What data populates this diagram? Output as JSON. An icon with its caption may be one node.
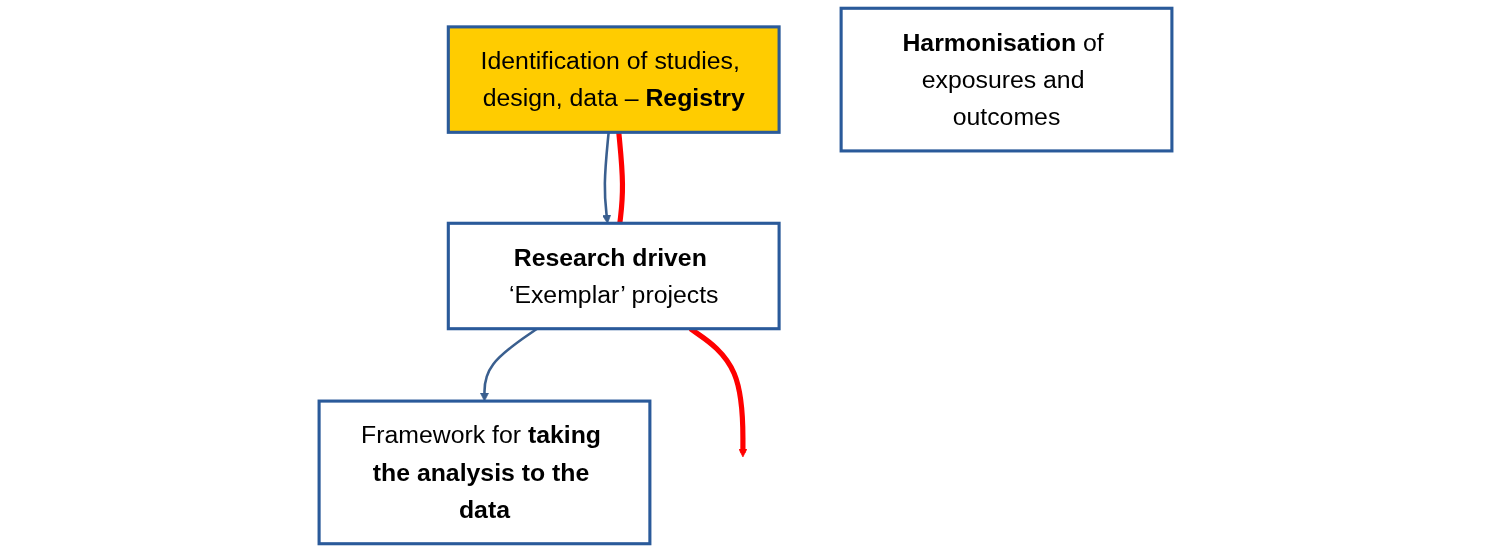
{
  "diagram": {
    "nodes": [
      {
        "text": [
          "Identification of studies, design, data – **Registry**"
        ]
      },
      {
        "text": [
          "**Harmonisation** of exposures and outcomes"
        ]
      },
      {
        "text": [
          "Framework for **taking the analysis to the data**"
        ]
      },
      {
        "text": [
          "**Research driven** ‘Exemplar’ projects"
        ]
      }
    ],
    "edges": [
      {
        "from": 0,
        "to": 3,
        "arrow": "to",
        "color": "#3a5f8f"
      },
      {
        "from": 3,
        "to": 2,
        "arrow": "to",
        "color": "#3a5f8f"
      },
      {
        "from": 0,
        "to": 3,
        "arrow": "none",
        "style": "thick",
        "color": "#ff0000"
      },
      {
        "from": 3,
        "to": null,
        "arrow": "to",
        "style": "thick",
        "color": "#ff0000"
      }
    ]
  }
}
